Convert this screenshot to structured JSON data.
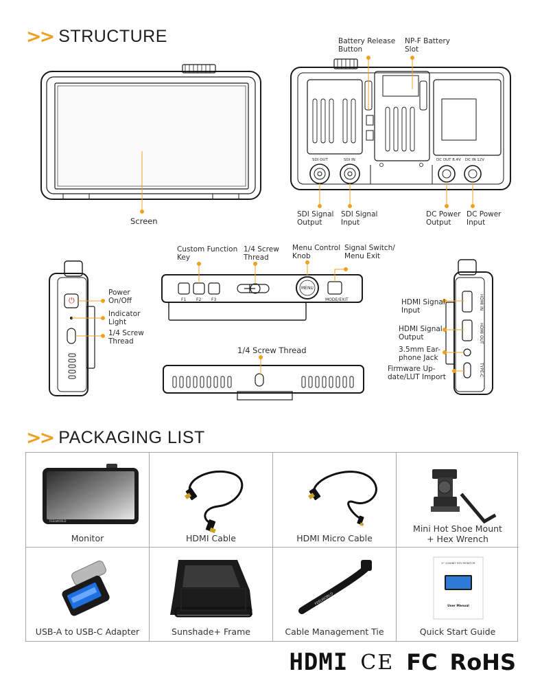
{
  "structure": {
    "heading": "STRUCTURE",
    "labels": {
      "screen": "Screen",
      "battery_release": [
        "Battery Release",
        "Button"
      ],
      "npf_slot": [
        "NP-F Battery",
        "Slot"
      ],
      "sdi_out": [
        "SDI Signal",
        "Output"
      ],
      "sdi_in": [
        "SDI Signal",
        "Input"
      ],
      "dc_out": [
        "DC Power",
        "Output"
      ],
      "dc_in": [
        "DC Power",
        "Input"
      ],
      "custom_key": [
        "Custom Function",
        "Key"
      ],
      "screw_top": [
        "1/4 Screw",
        "Thread"
      ],
      "menu_knob": [
        "Menu Control",
        "Knob"
      ],
      "signal_switch": [
        "Signal Switch/",
        "Menu Exit"
      ],
      "power": [
        "Power",
        "On/Off"
      ],
      "indicator": [
        "Indicator",
        "Light"
      ],
      "screw_side": [
        "1/4 Screw",
        "Thread"
      ],
      "screw_bottom": "1/4 Screw Thread",
      "hdmi_in": [
        "HDMI Signal",
        "Input"
      ],
      "hdmi_out": [
        "HDMI Signal",
        "Output"
      ],
      "earphone": [
        "3.5mm Ear-",
        "phone Jack"
      ],
      "firmware": [
        "Firmware Up-",
        "date/LUT Import"
      ]
    },
    "device_print": {
      "sdi_out": "SDI OUT",
      "sdi_in": "SDI IN",
      "dc_out": "DC OUT 8.4V",
      "dc_in": "DC IN 12V",
      "f1": "F1",
      "f2": "F2",
      "f3": "F3",
      "menu": "MENU",
      "mode_exit": "MODE/EXIT",
      "hdmi_in": "HDMI IN",
      "hdmi_out": "HDMI OUT",
      "type_c": "TYPE-C"
    },
    "accent_color": "#f0a020"
  },
  "packaging": {
    "heading": "PACKAGING LIST",
    "items": [
      "Monitor",
      "HDMI Cable",
      "HDMI Micro Cable",
      "Mini Hot Shoe Mount",
      "+ Hex Wrench",
      "USB-A to USB-C Adapter",
      "Sunshade+ Frame",
      "Cable Management Tie",
      "Quick Start Guide"
    ],
    "monitor_brand": "FEELWORLD",
    "tie_text": "FEELWORLD",
    "guide_title": "5\" 1000NIT RF5 MONITOR",
    "guide_label": "User Manual"
  },
  "certifications": {
    "hdmi": "HDMI",
    "ce": "CE",
    "fc": "FC",
    "rohs": "RoHS"
  }
}
